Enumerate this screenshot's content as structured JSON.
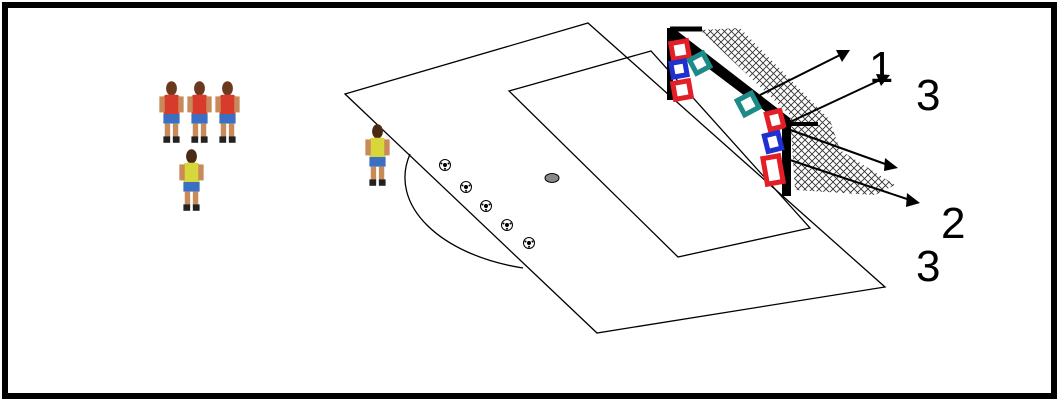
{
  "diagram": {
    "labels": {
      "target_1": "1",
      "target_2": "2",
      "shot_count_top": "3",
      "shot_count_bottom": "3"
    },
    "colors": {
      "frame": "#000000",
      "pitch_lines": "#000000",
      "target_red": "#e41e26",
      "target_blue": "#1f2fd0",
      "target_teal": "#1c8a86",
      "jersey_red": "#d83b2b",
      "jersey_yellow": "#d7d63a",
      "shorts_blue": "#3a6fc4",
      "skin": "#c98a5a"
    },
    "icons": [
      "player-red-icon",
      "player-yellow-icon",
      "soccer-ball-icon",
      "goal-net-icon",
      "cone-icon"
    ]
  }
}
